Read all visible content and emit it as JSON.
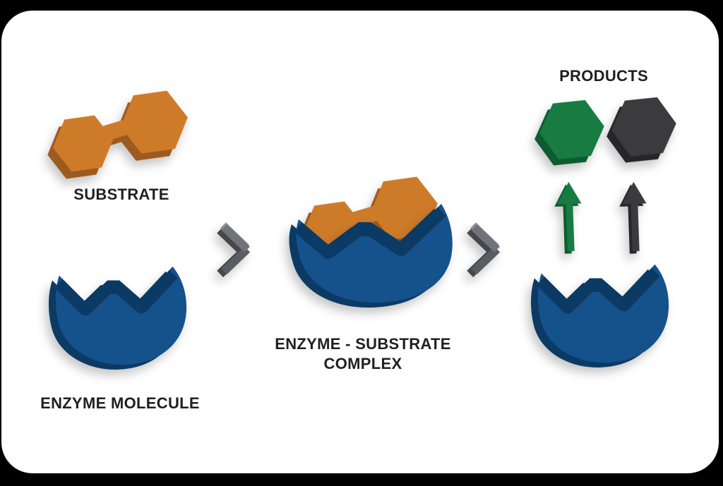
{
  "page": {
    "background": "#000000"
  },
  "card": {
    "background": "#ffffff"
  },
  "labels": {
    "substrate": "SUBSTRATE",
    "enzyme_molecule": "ENZYME MOLECULE",
    "complex": "ENZYME - SUBSTRATE\nCOMPLEX",
    "products": "PRODUCTS"
  },
  "icons": {
    "substrate": "substrate-hexagon-dumbbell",
    "enzyme": "enzyme-bowl-molecule",
    "transition": "chevron-right",
    "complex": "enzyme-substrate-complex",
    "product_green": "product-hexagon-green",
    "product_dark": "product-hexagon-dark",
    "release_green": "up-arrow-green",
    "release_dark": "up-arrow-dark"
  },
  "colors": {
    "substrate_face": "#CE7B29",
    "substrate_side": "#9D5A1E",
    "enzyme_face": "#15518B",
    "enzyme_side": "#0B3A64",
    "green_face": "#177B42",
    "green_side": "#0D5C30",
    "dark_face": "#3B3B3D",
    "dark_side": "#262628",
    "chevron_light": "#8F9196",
    "chevron_upper": "#71737A",
    "chevron_lower": "#5B5C63",
    "chevron_side": "#46474C",
    "text": "#231F20"
  }
}
